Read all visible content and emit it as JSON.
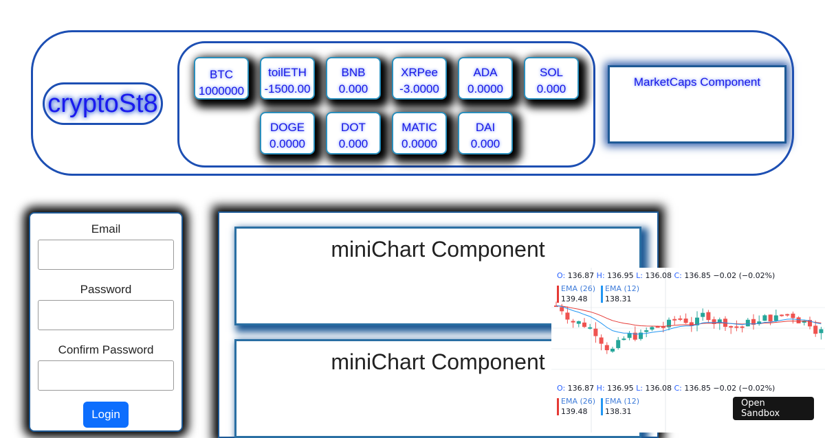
{
  "header": {
    "logo": "cryptoSt8",
    "coins": [
      {
        "symbol": "BTC",
        "value": "1000000"
      },
      {
        "symbol": "toilETH",
        "value": "-1500.00"
      },
      {
        "symbol": "BNB",
        "value": "0.000"
      },
      {
        "symbol": "XRPee",
        "value": "-3.0000"
      },
      {
        "symbol": "ADA",
        "value": "0.0000"
      },
      {
        "symbol": "SOL",
        "value": "0.000"
      },
      {
        "symbol": "DOGE",
        "value": "0.0000"
      },
      {
        "symbol": "DOT",
        "value": "0.000"
      },
      {
        "symbol": "MATIC",
        "value": "0.0000"
      },
      {
        "symbol": "DAI",
        "value": "0.000"
      }
    ],
    "marketcaps_label": "MarketCaps Component"
  },
  "login": {
    "email_label": "Email",
    "password_label": "Password",
    "confirm_label": "Confirm Password",
    "button_label": "Login"
  },
  "charts": {
    "mini_titles": [
      "miniChart Component",
      "miniChart Component"
    ]
  },
  "widget": {
    "ohlc": {
      "o": "136.87",
      "h": "136.95",
      "l": "136.08",
      "c": "136.85",
      "change": "−0.02 (−0.02%)"
    },
    "ema26": {
      "name": "EMA (26)",
      "value": "139.48",
      "color": "#e53935"
    },
    "ema12": {
      "name": "EMA (12)",
      "value": "138.31",
      "color": "#2196f3"
    },
    "sandbox_label": "Open Sandbox",
    "colors": {
      "up": "#26a69a",
      "down": "#ef5350"
    }
  }
}
